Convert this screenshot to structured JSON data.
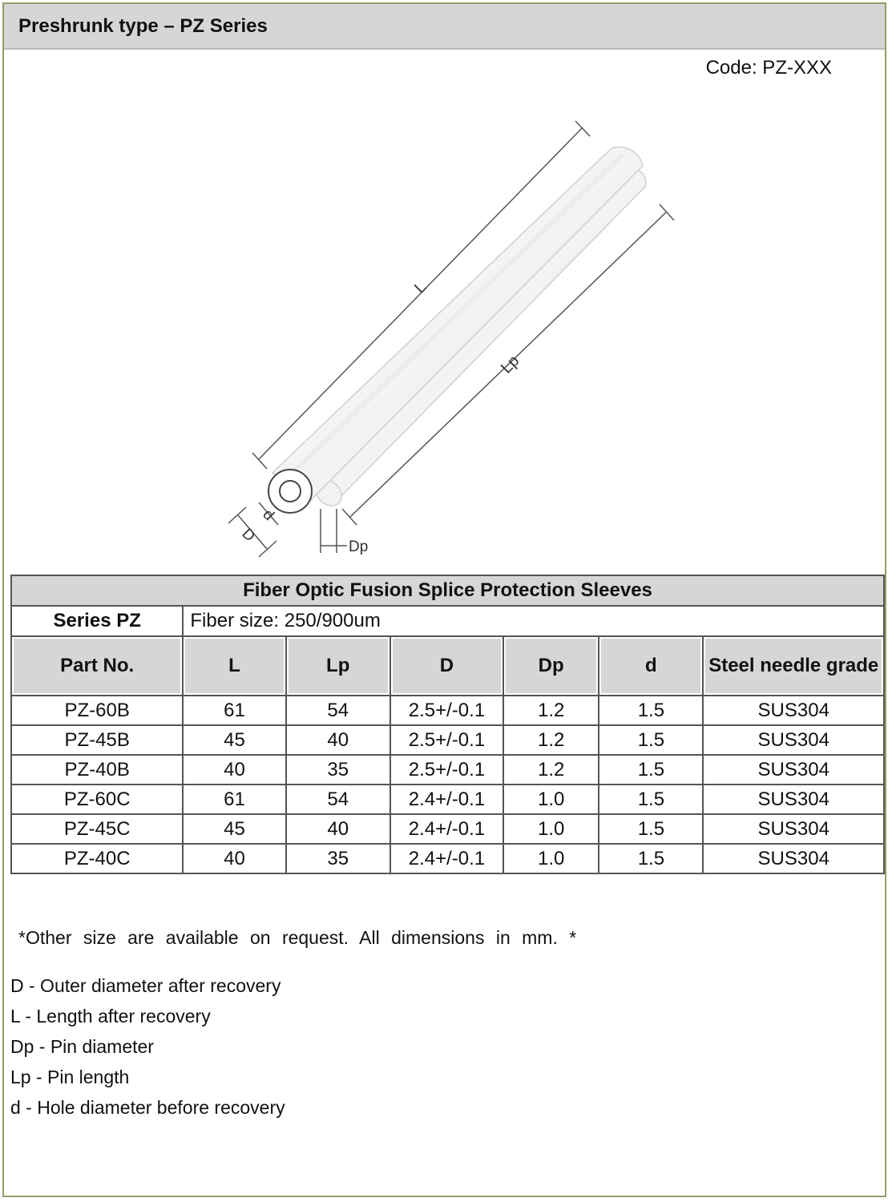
{
  "header": {
    "title": "Preshrunk type – PZ Series"
  },
  "code": "Code: PZ-XXX",
  "diagram": {
    "labels": {
      "L": "L",
      "Lp": "Lp",
      "D": "D",
      "d": "d",
      "Dp": "Dp"
    }
  },
  "table": {
    "title": "Fiber Optic Fusion Splice Protection Sleeves",
    "series_label": "Series PZ",
    "series_value": "Fiber size: 250/900um",
    "columns": [
      "Part No.",
      "L",
      "Lp",
      "D",
      "Dp",
      "d",
      "Steel needle grade"
    ],
    "rows": [
      [
        "PZ-60B",
        "61",
        "54",
        "2.5+/-0.1",
        "1.2",
        "1.5",
        "SUS304"
      ],
      [
        "PZ-45B",
        "45",
        "40",
        "2.5+/-0.1",
        "1.2",
        "1.5",
        "SUS304"
      ],
      [
        "PZ-40B",
        "40",
        "35",
        "2.5+/-0.1",
        "1.2",
        "1.5",
        "SUS304"
      ],
      [
        "PZ-60C",
        "61",
        "54",
        "2.4+/-0.1",
        "1.0",
        "1.5",
        "SUS304"
      ],
      [
        "PZ-45C",
        "45",
        "40",
        "2.4+/-0.1",
        "1.0",
        "1.5",
        "SUS304"
      ],
      [
        "PZ-40C",
        "40",
        "35",
        "2.4+/-0.1",
        "1.0",
        "1.5",
        "SUS304"
      ]
    ]
  },
  "note": "*Other size are available on request. All dimensions in mm. *",
  "legend": [
    "D - Outer diameter after recovery",
    "L - Length after recovery",
    "Dp - Pin diameter",
    "Lp - Pin length",
    "d - Hole diameter before recovery"
  ]
}
